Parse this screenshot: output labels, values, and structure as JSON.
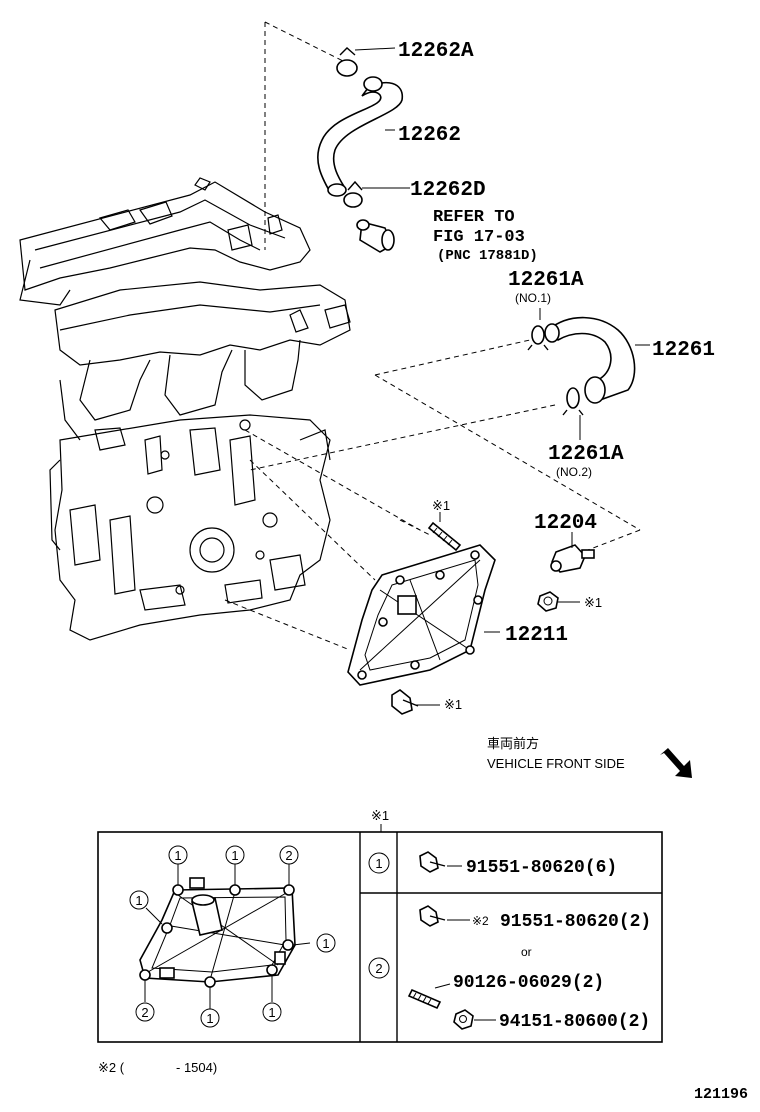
{
  "callouts": {
    "p12262A": "12262A",
    "p12262": "12262",
    "p12262D": "12262D",
    "refer1": "REFER TO",
    "refer2": "FIG 17-03",
    "refer3": "(PNC 17881D)",
    "p12261A_1": "12261A",
    "no1": "(NO.1)",
    "p12261": "12261",
    "p12261A_2": "12261A",
    "no2": "(NO.2)",
    "note1_a": "※1",
    "p12204": "12204",
    "note1_b": "※1",
    "p12211": "12211",
    "note1_c": "※1"
  },
  "front_side": {
    "jp": "車両前方",
    "en": "VEHICLE FRONT SIDE"
  },
  "table": {
    "header_mark": "※1",
    "row1_num": "1",
    "row1_part": "91551-80620(6)",
    "row2_num": "2",
    "row2_part_a_prefix": "※2",
    "row2_part_a": "91551-80620(2)",
    "row2_or": "or",
    "row2_part_b": "90126-06029(2)",
    "row2_part_c": "94151-80600(2)",
    "inset_marks": [
      "1",
      "1",
      "2",
      "1",
      "1",
      "2",
      "1",
      "1"
    ]
  },
  "footnote": {
    "mark": "※2 (",
    "range": "- 1504)"
  },
  "figure_number": "121196"
}
